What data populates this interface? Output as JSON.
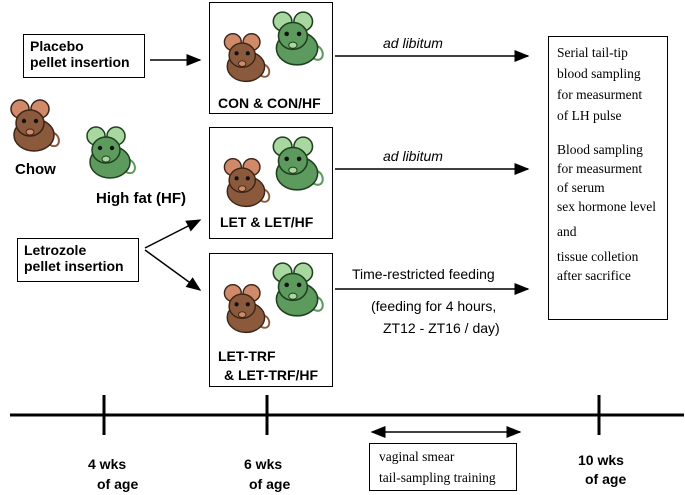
{
  "placebo_box": {
    "line1": "Placebo",
    "line2": "pellet insertion"
  },
  "letrozole_box": {
    "line1": "Letrozole",
    "line2": "pellet insertion"
  },
  "diet_labels": {
    "chow": "Chow",
    "high_fat": "High fat (HF)"
  },
  "groups": [
    {
      "label": "CON & CON/HF"
    },
    {
      "label": "LET & LET/HF"
    },
    {
      "line1": "LET-TRF",
      "line2": "& LET-TRF/HF"
    }
  ],
  "feeding": {
    "ad_lib_1": "ad libitum",
    "ad_lib_2": "ad libitum",
    "trf_title": "Time-restricted feeding",
    "trf_line1": "(feeding for 4 hours,",
    "trf_line2": "ZT12 - ZT16 / day)"
  },
  "outcomes": {
    "a1": "Serial tail-tip",
    "a2": "blood sampling",
    "a3": "for measurment",
    "a4": "of LH pulse",
    "b1": "Blood sampling",
    "b2": "for measurment",
    "b3": "of serum",
    "b4": "sex hormone level",
    "b5": "and",
    "b6": "tissue colletion",
    "b7": "after sacrifice"
  },
  "timeline": {
    "t4_1": "4 wks",
    "t4_2": "of age",
    "t6_1": "6 wks",
    "t6_2": "of age",
    "t10_1": "10 wks",
    "t10_2": "of age",
    "training_1": "vaginal smear",
    "training_2": "tail-sampling training"
  },
  "colors": {
    "brown_mouse": "#8b5a3c",
    "brown_ear": "#d08a6a",
    "green_mouse": "#5d9a5d",
    "green_ear": "#a8d8a0"
  }
}
